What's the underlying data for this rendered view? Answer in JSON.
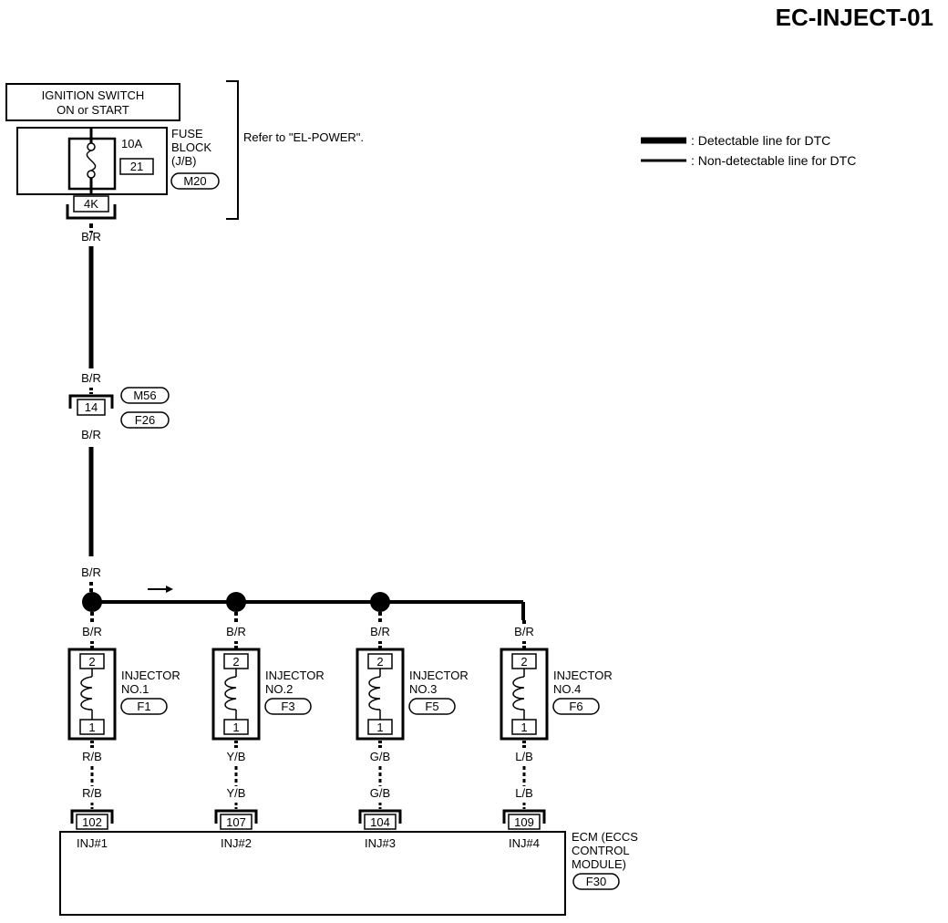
{
  "diagram_id": "EC-INJECT-01",
  "power": {
    "switch_line1": "IGNITION SWITCH",
    "switch_line2": "ON or START",
    "fuse_amp": "10A",
    "fuse_num": "21",
    "fuse_label1": "FUSE",
    "fuse_label2": "BLOCK",
    "fuse_label3": "(J/B)",
    "fuse_conn": "M20",
    "terminal": "4K",
    "refer": "Refer to \"EL-POWER\"."
  },
  "legend": {
    "detectable": ": Detectable line for DTC",
    "non_detectable": ": Non-detectable line for DTC"
  },
  "wires": {
    "br": "B/R"
  },
  "joint": {
    "pin": "14",
    "conn_top": "M56",
    "conn_bottom": "F26"
  },
  "injectors": [
    {
      "name": "INJECTOR",
      "no": "NO.1",
      "conn": "F1",
      "pin_top": "2",
      "pin_bottom": "1",
      "wire_out": "R/B",
      "ecm_pin": "102",
      "ecm_label": "INJ#1"
    },
    {
      "name": "INJECTOR",
      "no": "NO.2",
      "conn": "F3",
      "pin_top": "2",
      "pin_bottom": "1",
      "wire_out": "Y/B",
      "ecm_pin": "107",
      "ecm_label": "INJ#2"
    },
    {
      "name": "INJECTOR",
      "no": "NO.3",
      "conn": "F5",
      "pin_top": "2",
      "pin_bottom": "1",
      "wire_out": "G/B",
      "ecm_pin": "104",
      "ecm_label": "INJ#3"
    },
    {
      "name": "INJECTOR",
      "no": "NO.4",
      "conn": "F6",
      "pin_top": "2",
      "pin_bottom": "1",
      "wire_out": "L/B",
      "ecm_pin": "109",
      "ecm_label": "INJ#4"
    }
  ],
  "ecm": {
    "line1": "ECM (ECCS",
    "line2": "CONTROL",
    "line3": "MODULE)",
    "conn": "F30"
  }
}
